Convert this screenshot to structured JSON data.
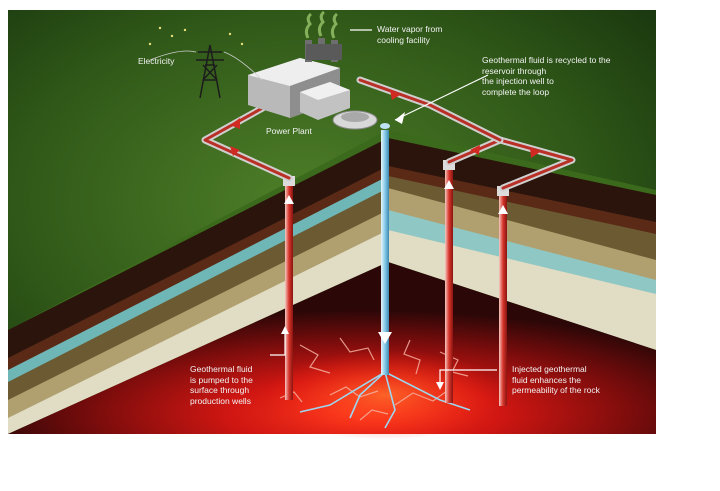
{
  "labels": {
    "electricity": "Electricity",
    "water_vapor": "Water vapor from\ncooling facility",
    "power_plant": "Power Plant",
    "recycled": "Geothermal fluid is recycled to the\nreservoir through\nthe injection well to\ncomplete the loop",
    "pumped": "Geothermal fluid\nis pumped to the\nsurface through\nproduction wells",
    "injected": "Injected geothermal\nfluid enhances the\npermeability of the rock"
  },
  "colors": {
    "surface_green": "#3f6b1d",
    "magma_red": "#e0201a",
    "injection_blue": "#7fc6e6",
    "production_red": "#c8201c"
  },
  "icons": {
    "power_plant": "building-with-smokestacks",
    "pylon": "transmission-tower",
    "wells": "pipes"
  }
}
